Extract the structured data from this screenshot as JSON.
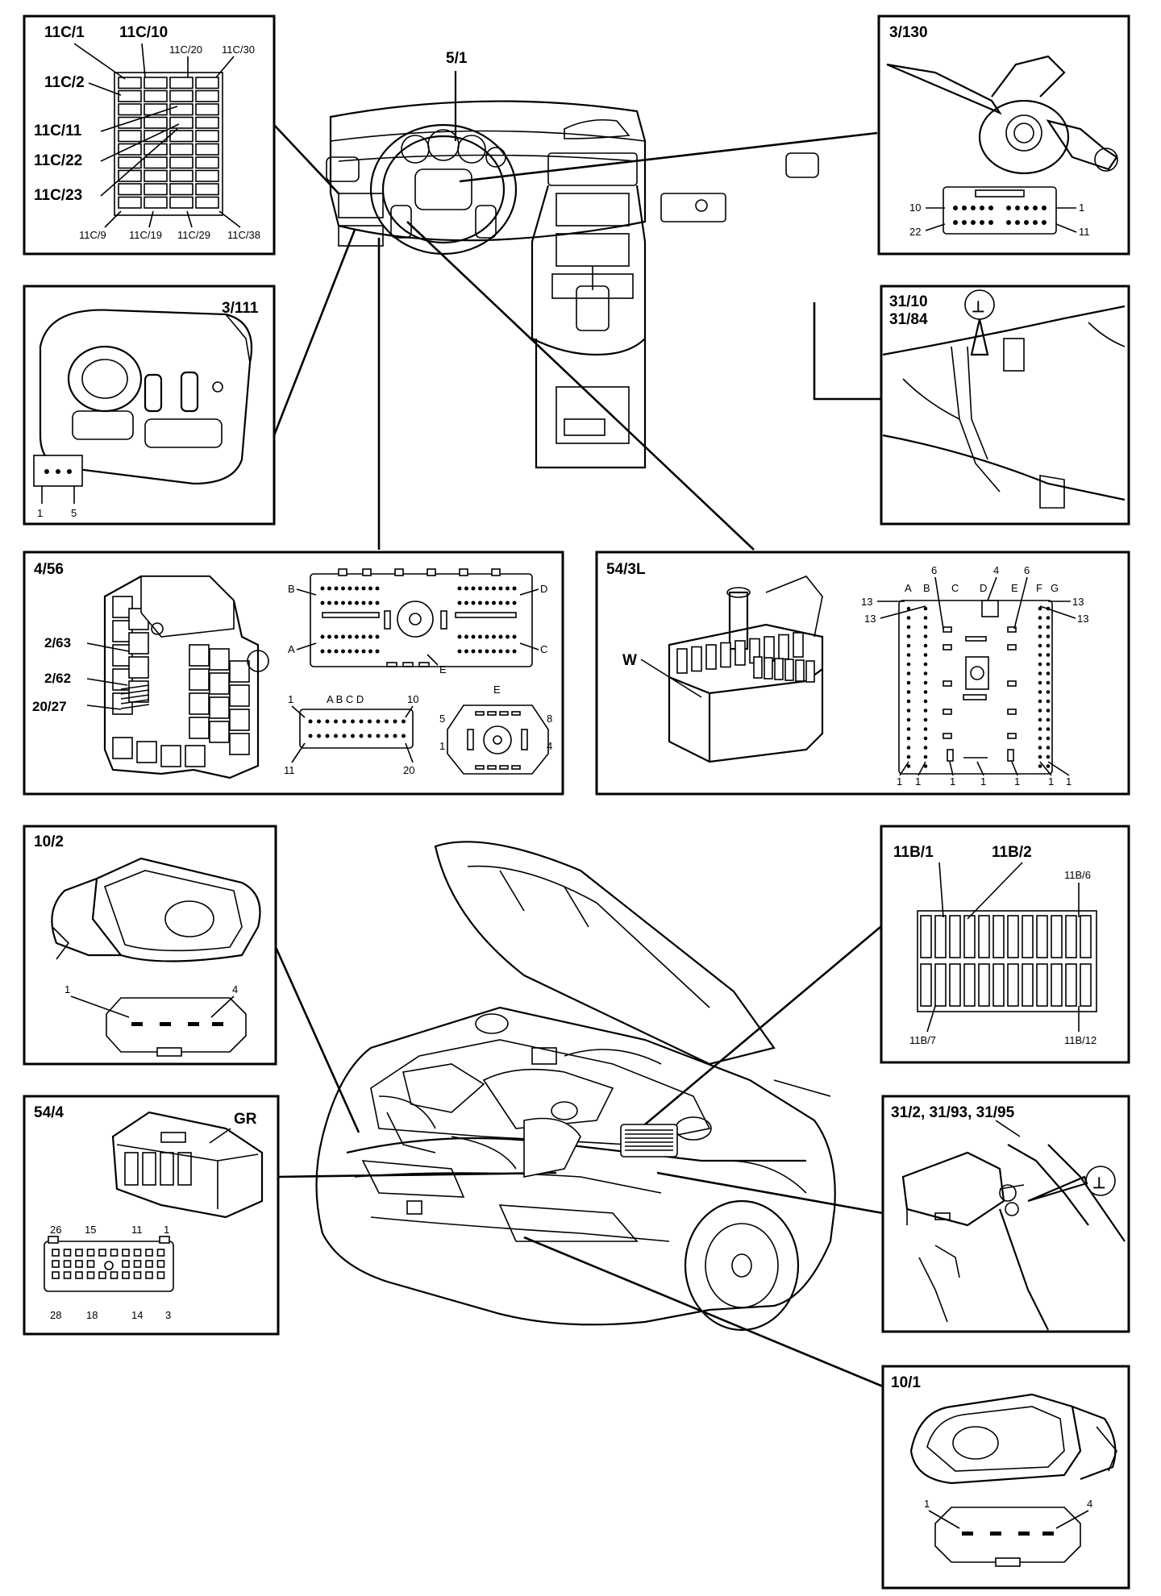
{
  "panels": {
    "fuse_11c": {
      "title_left": "11C/1",
      "title_right": "11C/10",
      "top_labels": [
        "11C/20",
        "11C/30"
      ],
      "side_labels": [
        "11C/2",
        "11C/11",
        "11C/22",
        "11C/23"
      ],
      "bottom_labels": [
        "11C/9",
        "11C/19",
        "11C/29",
        "11C/38"
      ]
    },
    "dash": {
      "title": "5/1"
    },
    "switch_3_130": {
      "title": "3/130",
      "pins_left": [
        "10",
        "22"
      ],
      "pins_right": [
        "1",
        "11"
      ]
    },
    "switch_3_111": {
      "title": "3/111",
      "pins": [
        "1",
        "5"
      ]
    },
    "ground_31_10": {
      "titles": [
        "31/10",
        "31/84"
      ],
      "symbol": "⊥"
    },
    "relay_4_56": {
      "title": "4/56",
      "side_labels": [
        "2/63",
        "2/62",
        "20/27"
      ],
      "conn_labels_left": [
        "B",
        "A"
      ],
      "conn_labels_right": [
        "D",
        "C"
      ],
      "conn_label_bottom": "E",
      "small_conn_top": [
        "1",
        "A B C D",
        "10"
      ],
      "small_conn_bottom": [
        "11",
        "20"
      ],
      "e_conn_title": "E",
      "e_conn_pins": [
        "5",
        "8",
        "1",
        "4"
      ]
    },
    "cem_54_3l": {
      "title": "54/3L",
      "w_label": "W",
      "col_letters": [
        "A",
        "B",
        "C",
        "D",
        "E",
        "F",
        "G"
      ],
      "top_numbers": [
        "6",
        "4",
        "6"
      ],
      "side_numbers": [
        "13",
        "13",
        "13",
        "13"
      ],
      "bottom_numbers": [
        "1",
        "1",
        "1",
        "1",
        "1",
        "1",
        "1"
      ]
    },
    "headlamp_10_2": {
      "title": "10/2",
      "pins": [
        "1",
        "4"
      ]
    },
    "fuse_11b": {
      "top_labels": [
        "11B/1",
        "11B/2"
      ],
      "corner_top": "11B/6",
      "bottom_labels": [
        "11B/7",
        "11B/12"
      ]
    },
    "conn_54_4": {
      "title": "54/4",
      "color": "GR",
      "top_pins": [
        "26",
        "15",
        "11",
        "1"
      ],
      "bottom_pins": [
        "28",
        "18",
        "14",
        "3"
      ]
    },
    "ground_31_2": {
      "title": "31/2, 31/93, 31/95",
      "symbol": "⊥"
    },
    "headlamp_10_1": {
      "title": "10/1",
      "pins": [
        "1",
        "4"
      ]
    }
  }
}
